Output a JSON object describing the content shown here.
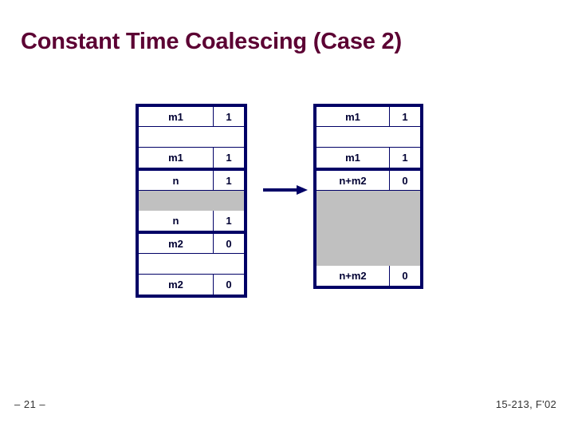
{
  "slide": {
    "title": "Constant Time Coalescing (Case 2)",
    "title_color": "#5c0033",
    "border_color": "#000066",
    "payload_color": "#c0c0c0",
    "arrow_color": "#000066"
  },
  "footer": {
    "page_label": "– 21 –",
    "course_label": "15-213, F'02"
  },
  "diagram": {
    "arrow": {
      "name": "transform-arrow",
      "direction": "right"
    },
    "before": {
      "caption": "",
      "blocks": [
        {
          "name": "block-m1-before",
          "rows": [
            {
              "type": "field",
              "label": "m1",
              "value": "1"
            },
            {
              "type": "empty",
              "label": "",
              "value": ""
            },
            {
              "type": "field",
              "label": "m1",
              "value": "1"
            }
          ]
        },
        {
          "name": "block-n-before",
          "rows": [
            {
              "type": "field",
              "label": "n",
              "value": "1"
            },
            {
              "type": "payload",
              "label": "",
              "value": ""
            },
            {
              "type": "field",
              "label": "n",
              "value": "1"
            }
          ]
        },
        {
          "name": "block-m2-before",
          "rows": [
            {
              "type": "field",
              "label": "m2",
              "value": "0"
            },
            {
              "type": "empty",
              "label": "",
              "value": ""
            },
            {
              "type": "field",
              "label": "m2",
              "value": "0"
            }
          ]
        }
      ]
    },
    "after": {
      "caption": "",
      "blocks": [
        {
          "name": "block-m1-after",
          "rows": [
            {
              "type": "field",
              "label": "m1",
              "value": "1"
            },
            {
              "type": "empty",
              "label": "",
              "value": ""
            },
            {
              "type": "field",
              "label": "m1",
              "value": "1"
            }
          ]
        },
        {
          "name": "block-coalesced-after",
          "rows": [
            {
              "type": "field",
              "label": "n+m2",
              "value": "0"
            },
            {
              "type": "payload",
              "label": "",
              "value": ""
            },
            {
              "type": "field",
              "label": "n+m2",
              "value": "0"
            }
          ]
        }
      ]
    }
  }
}
